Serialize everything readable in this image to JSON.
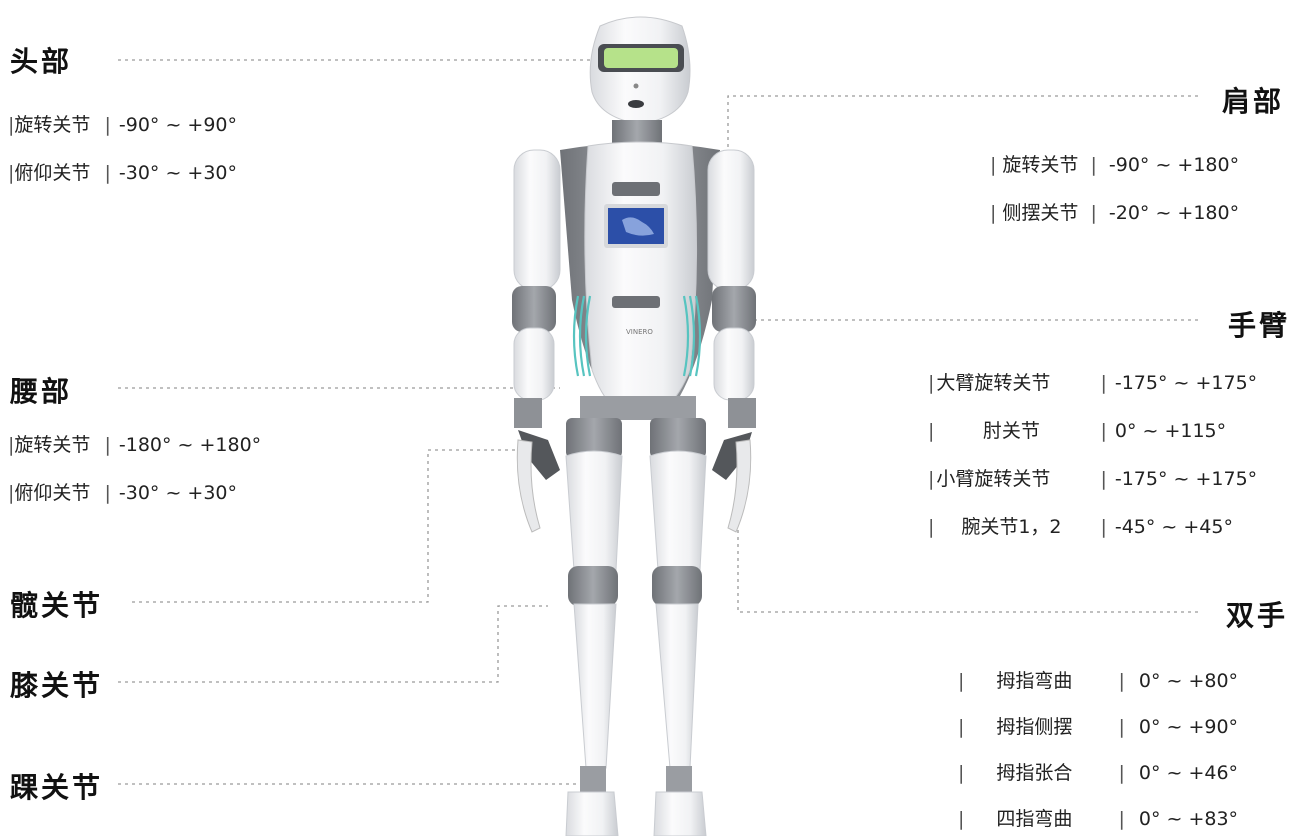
{
  "colors": {
    "robot_white": "#f2f3f5",
    "robot_gray": "#8e9196",
    "visor_green": "#b6e28a",
    "accent_teal": "#57c4c0",
    "screen_blue": "#2c4fa8",
    "dotted": "#9a9a9a"
  },
  "left": {
    "head": {
      "title": "头部",
      "rows": [
        {
          "joint": "旋转关节",
          "range": "-90° ~ +90°"
        },
        {
          "joint": "俯仰关节",
          "range": "-30° ~ +30°"
        }
      ]
    },
    "waist": {
      "title": "腰部",
      "rows": [
        {
          "joint": "旋转关节",
          "range": "-180° ~ +180°"
        },
        {
          "joint": "俯仰关节",
          "range": "-30° ~ +30°"
        }
      ]
    },
    "hip": {
      "title": "髋关节"
    },
    "knee": {
      "title": "膝关节"
    },
    "ankle": {
      "title": "踝关节"
    }
  },
  "right": {
    "shoulder": {
      "title": "肩部",
      "rows": [
        {
          "joint": "旋转关节",
          "range": "-90° ~ +180°"
        },
        {
          "joint": "侧摆关节",
          "range": "-20° ~ +180°"
        }
      ]
    },
    "arm": {
      "title": "手臂",
      "rows": [
        {
          "joint": "大臂旋转关节",
          "range": "-175° ~ +175°"
        },
        {
          "joint": "肘关节",
          "range": "0° ~ +115°"
        },
        {
          "joint": "小臂旋转关节",
          "range": "-175° ~ +175°"
        },
        {
          "joint": "腕关节1，2",
          "range": "-45° ~ +45°"
        }
      ]
    },
    "hands": {
      "title": "双手",
      "rows": [
        {
          "joint": "拇指弯曲",
          "range": "0° ~ +80°"
        },
        {
          "joint": "拇指侧摆",
          "range": "0° ~ +90°"
        },
        {
          "joint": "拇指张合",
          "range": "0° ~ +46°"
        },
        {
          "joint": "四指弯曲",
          "range": "0° ~ +83°"
        }
      ]
    }
  },
  "robot": {
    "chest_logo": "VINERO"
  }
}
